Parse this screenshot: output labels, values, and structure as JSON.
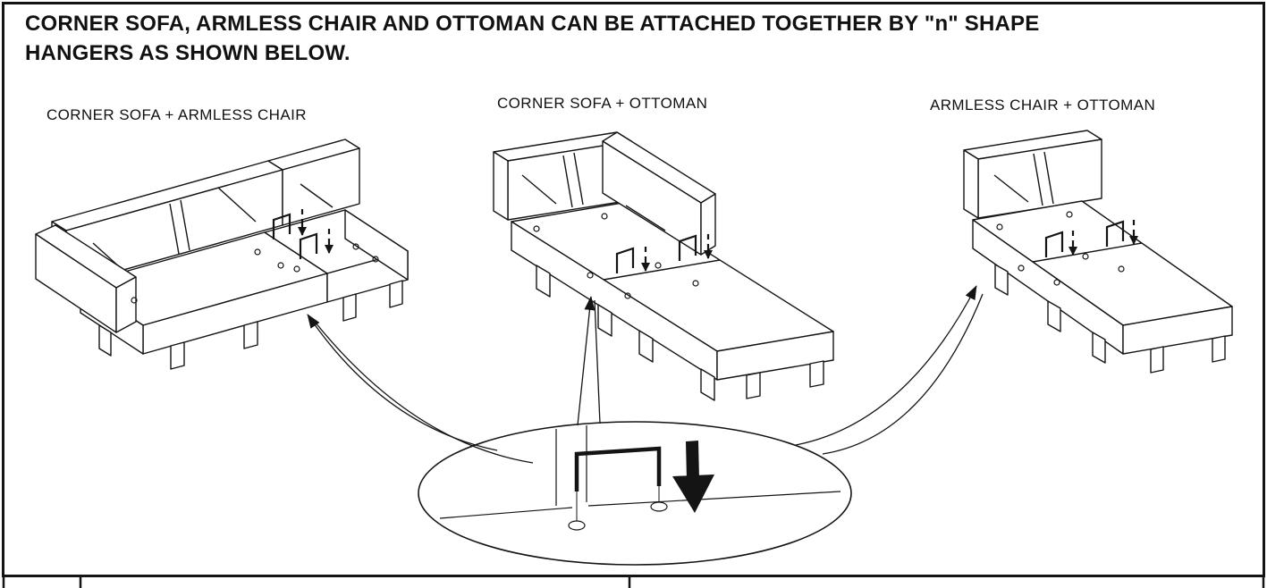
{
  "title": {
    "line1": "CORNER SOFA, ARMLESS CHAIR AND OTTOMAN CAN BE ATTACHED TOGETHER BY \"n\" SHAPE",
    "line2": "HANGERS AS SHOWN BELOW."
  },
  "diagrams": [
    {
      "label": "CORNER SOFA + ARMLESS CHAIR"
    },
    {
      "label": "CORNER SOFA + OTTOMAN"
    },
    {
      "label": "ARMLESS CHAIR + OTTOMAN"
    }
  ],
  "icons": {
    "hanger": "n-shape-hanger-icon",
    "insert_arrow": "insert-down-arrow-icon",
    "callout": "magnified-detail-ellipse"
  },
  "colors": {
    "ink": "#141414",
    "background": "#ffffff"
  }
}
